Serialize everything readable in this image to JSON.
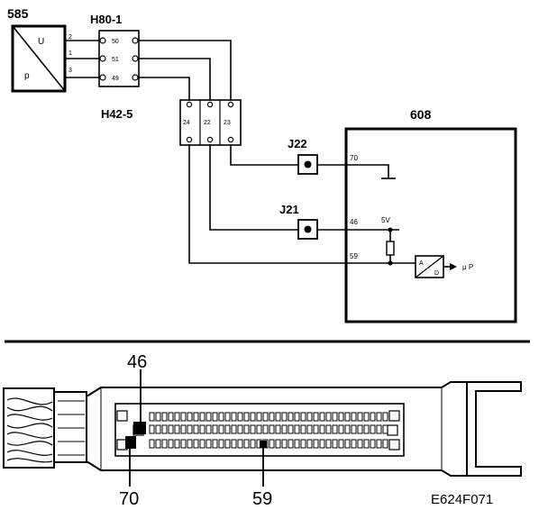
{
  "components": {
    "sensor": {
      "id": "585",
      "label_u": "U",
      "label_p": "p",
      "pins": [
        "2",
        "1",
        "3"
      ]
    },
    "connector_h80": {
      "id": "H80-1",
      "pins": [
        "50",
        "51",
        "49"
      ]
    },
    "connector_h42": {
      "id": "H42-5",
      "pins": [
        "24",
        "22",
        "23"
      ]
    },
    "splice_j22": {
      "id": "J22"
    },
    "splice_j21": {
      "id": "J21"
    },
    "ecu": {
      "id": "608",
      "pins": [
        "70",
        "46",
        "59"
      ],
      "voltage": "5V",
      "adc_a": "A",
      "adc_d": "D",
      "output": "μ P"
    }
  },
  "connector_view": {
    "labels": [
      "46",
      "70",
      "59"
    ]
  },
  "figure_code": "E624F071"
}
